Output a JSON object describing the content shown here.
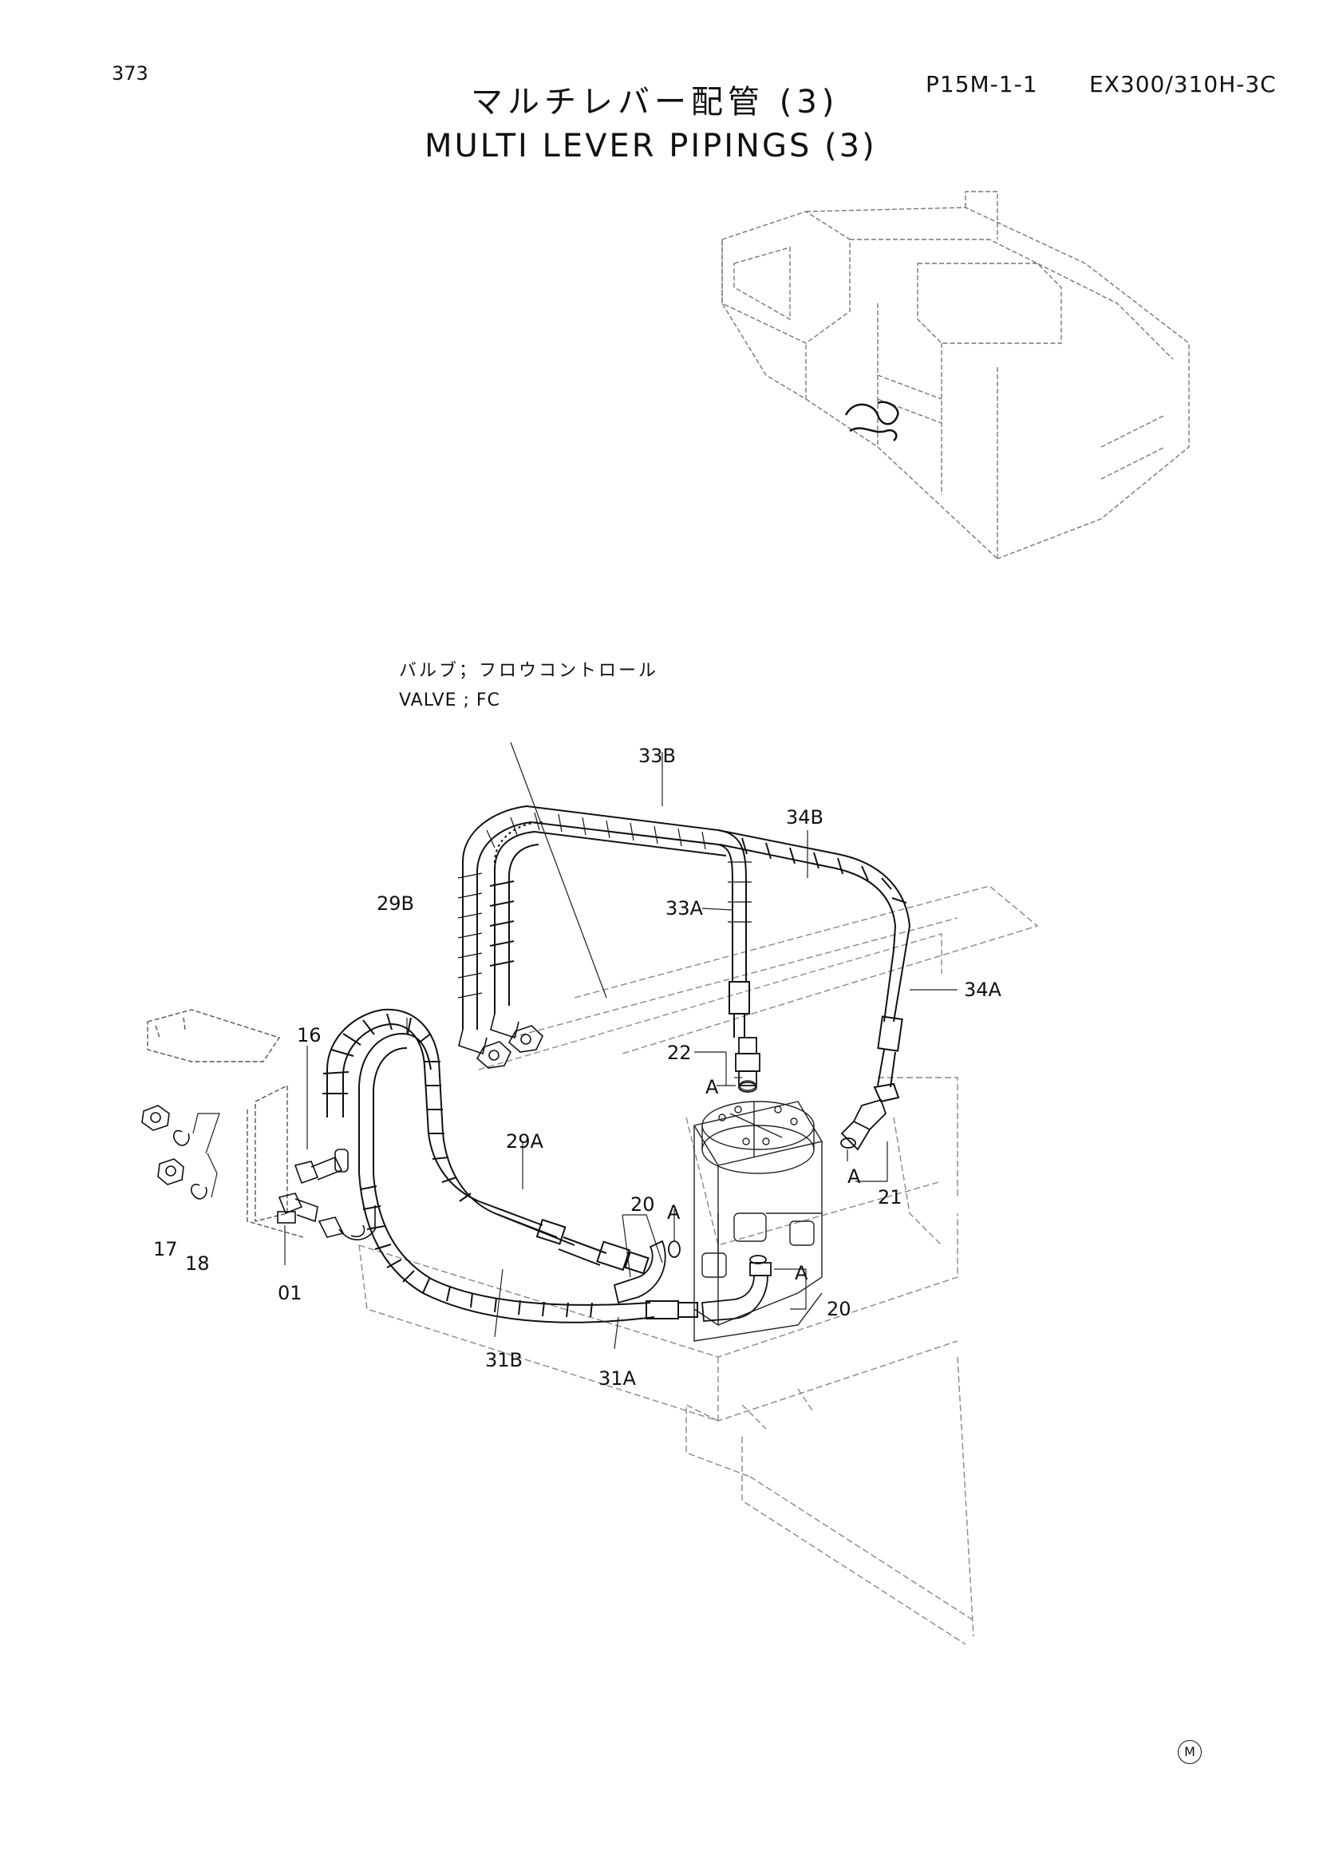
{
  "header": {
    "page_number": "373",
    "page_code": "P15M-1-1",
    "model": "EX300/310H-3C",
    "title_jp": "マルチレバー配管 (3)",
    "title_en": "MULTI LEVER PIPINGS (3)"
  },
  "valve_label": {
    "jp": "バルブ；フロウコントロール",
    "en": "VALVE ; FC"
  },
  "callouts": {
    "c33B": "33B",
    "c34B": "34B",
    "c33A": "33A",
    "c29B": "29B",
    "c34A": "34A",
    "c16": "16",
    "c22": "22",
    "cA1": "A",
    "c29A": "29A",
    "cA2": "A",
    "c21": "21",
    "c20a": "20",
    "cA3": "A",
    "c17": "17",
    "c18": "18",
    "c01": "01",
    "cA4": "A",
    "c20b": "20",
    "c31B": "31B",
    "c31A": "31A"
  },
  "footer": {
    "manufacturer_mark": "M"
  }
}
